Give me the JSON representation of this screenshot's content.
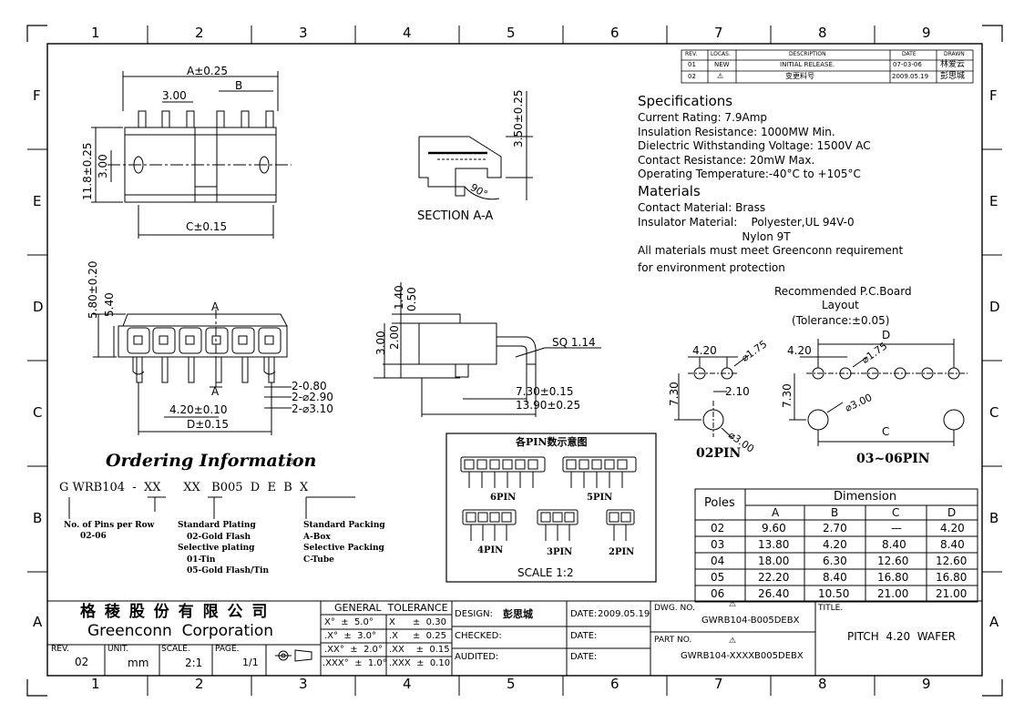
{
  "frame": {
    "col_labels": [
      "1",
      "2",
      "3",
      "4",
      "5",
      "6",
      "7",
      "8",
      "9"
    ],
    "row_labels": [
      "F",
      "E",
      "D",
      "C",
      "B",
      "A"
    ]
  },
  "revisions": {
    "headers": [
      "REV.",
      "LOCAS.",
      "DESCRIPTION",
      "DATE",
      "DRAWN"
    ],
    "rows": [
      [
        "01",
        "NEW",
        "INITIAL RELEASE.",
        "07-03-06",
        "林爱云"
      ],
      [
        "02",
        "⚠",
        "变更料号",
        "2009.05.19",
        "彭思城"
      ]
    ]
  },
  "specs": {
    "title": "Specifications",
    "lines": [
      "Current Rating:  7.9Amp",
      "Insulation Resistance:   1000MW Min.",
      "Dielectric Withstanding Voltage: 1500V AC",
      "Contact Resistance:   20mW Max.",
      "Operating Temperature:-40°C to +105°C"
    ],
    "materials_title": "Materials",
    "material_lines": [
      "Contact Material: Brass",
      "Insulator Material:    Polyester,UL 94V-0",
      "                              Nylon 9T"
    ],
    "note_lines": [
      "All materials must meet Greenconn requirement",
      "for environment protection"
    ]
  },
  "views": {
    "top_dims": {
      "a": "A±0.25",
      "b": "B",
      "pitch": "3.00",
      "c": "C±0.15",
      "h1": "11.8±0.25",
      "h2": "3.00"
    },
    "section": {
      "label": "SECTION A-A",
      "dim": "3.50±0.25",
      "angle": "90°"
    },
    "front_dims": {
      "h1": "5.80±0.20",
      "h2": "5.40",
      "pitch": "4.20±0.10",
      "d": "D±0.15",
      "d1": "2-0.80",
      "d2": "2-⌀2.90",
      "d3": "2-⌀3.10",
      "cut": "A"
    },
    "side_dims": {
      "d140": "1.40",
      "d050": "0.50",
      "d300": "3.00",
      "d200": "2.00",
      "sq": "SQ 1.14",
      "d730": "7.30±0.15",
      "d1390": "13.90±0.25"
    },
    "pcb": {
      "title": "Recommended  P.C.Board",
      "title2": "Layout",
      "title3": "(Tolerance:±0.05)",
      "d420": "4.20",
      "d175": "⌀1.75",
      "d730": "7.30",
      "d210": "2.10",
      "d300": "⌀3.00",
      "label2": "02PIN",
      "label3": "03~06PIN",
      "dim_d": "D",
      "dim_c": "C"
    }
  },
  "pin_display": {
    "title": "各PIN数示意图",
    "items": [
      "6PIN",
      "5PIN",
      "4PIN",
      "3PIN",
      "2PIN"
    ],
    "scale": "SCALE  1:2"
  },
  "ordering": {
    "title": "Ordering Information",
    "part": "G WRB104  -  XX      XX   B005  D  E  B  X",
    "col1": [
      "No. of Pins per Row",
      "02-06"
    ],
    "col2": [
      "Standard Plating",
      "02-Gold Flash",
      "Selective plating",
      "01-Tin",
      "05-Gold Flash/Tin"
    ],
    "col3": [
      "Standard Packing",
      "A-Box",
      "Selective Packing",
      "C-Tube"
    ]
  },
  "dimension_table": {
    "poles_header": "Poles",
    "dimension_header": "Dimension",
    "cols": [
      "A",
      "B",
      "C",
      "D"
    ],
    "rows": [
      [
        "02",
        "9.60",
        "2.70",
        "—",
        "4.20"
      ],
      [
        "03",
        "13.80",
        "4.20",
        "8.40",
        "8.40"
      ],
      [
        "04",
        "18.00",
        "6.30",
        "12.60",
        "12.60"
      ],
      [
        "05",
        "22.20",
        "8.40",
        "16.80",
        "16.80"
      ],
      [
        "06",
        "26.40",
        "10.50",
        "21.00",
        "21.00"
      ]
    ]
  },
  "title_block": {
    "company_cn": "格 稜 股 份 有 限 公 司",
    "company_en": "Greenconn  Corporation",
    "rev_label": "REV.",
    "rev": "02",
    "unit_label": "UNIT.",
    "unit": "mm",
    "scale_label": "SCALE.",
    "scale": "2:1",
    "page_label": "PAGE.",
    "page": "1/1",
    "tolerance_title": "GENERAL  TOLERANCE",
    "tolerance": [
      [
        "X°  ±  5.0°",
        "X      ±  0.30"
      ],
      [
        ".X°  ±  3.0°",
        ".X     ±  0.25"
      ],
      [
        ".XX°  ±  2.0°",
        ".XX    ±  0.15"
      ],
      [
        ".XXX°  ±  1.0°",
        ".XXX  ±  0.10"
      ]
    ],
    "design_label": "DESIGN:",
    "design": "彭思城",
    "checked_label": "CHECKED:",
    "audited_label": "AUDITED:",
    "date_label": "DATE:",
    "date": "2009.05.19",
    "dwg_label": "DWG. NO.",
    "dwg": "GWRB104-B005DEBX",
    "part_label": "PART NO.",
    "part": "GWRB104-XXXXB005DEBX",
    "title_label": "TITLE.",
    "title": "PITCH  4.20  WAFER"
  }
}
